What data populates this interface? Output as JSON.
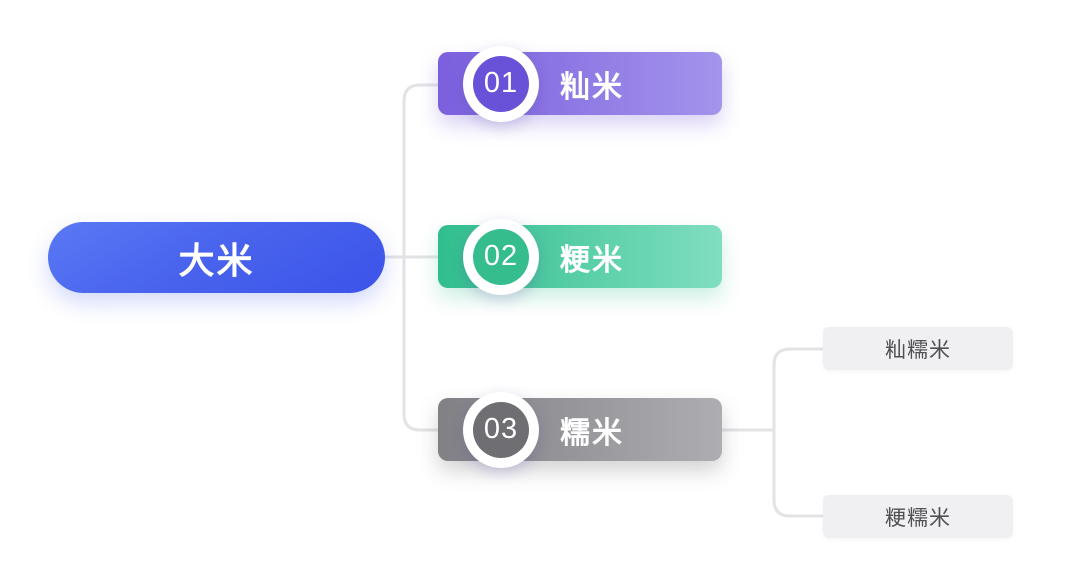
{
  "canvas": {
    "background": "#FFFFFF"
  },
  "root": {
    "label": "大米",
    "gradient_start": "#5A79F4",
    "gradient_end": "#3B53E8",
    "text_color": "#FFFFFF"
  },
  "branches": [
    {
      "index": "01",
      "label": "籼米",
      "gradient_start": "#7B5FDD",
      "gradient_end": "#A494EC",
      "badge_color": "#6A52D8"
    },
    {
      "index": "02",
      "label": "粳米",
      "gradient_start": "#30BE8D",
      "gradient_end": "#80DEC0",
      "badge_color": "#35BD8E"
    },
    {
      "index": "03",
      "label": "糯米",
      "gradient_start": "#808085",
      "gradient_end": "#AEAEB2",
      "badge_color": "#6E6E73",
      "children": [
        {
          "label": "籼糯米"
        },
        {
          "label": "粳糯米"
        }
      ]
    }
  ],
  "connectors": {
    "color": "#E3E3E6"
  },
  "leaf_style": {
    "background": "#F0F0F2",
    "text_color": "#4F4F54"
  }
}
